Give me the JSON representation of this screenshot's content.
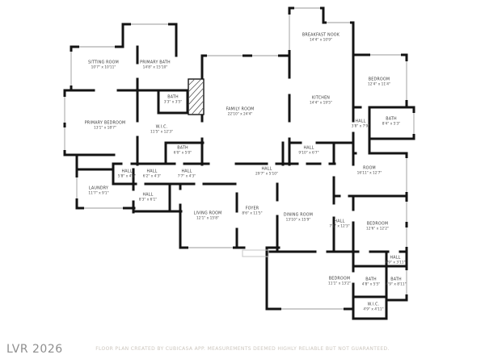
{
  "floorplan": {
    "rooms": [
      {
        "name": "SITTING ROOM",
        "dims": "10'7\" x 10'11\""
      },
      {
        "name": "PRIMARY BATH",
        "dims": "14'8\" x 15'10\""
      },
      {
        "name": "BATH",
        "dims": "3'3\" x 3'5\""
      },
      {
        "name": "PRIMARY BEDROOM",
        "dims": "13'1\" x 18'7\""
      },
      {
        "name": "W.I.C.",
        "dims": "11'5\" x 12'3\""
      },
      {
        "name": "FAMILY ROOM",
        "dims": "22'10\" x 24'4\""
      },
      {
        "name": "BREAKFAST NOOK",
        "dims": "14'4\" x 10'9\""
      },
      {
        "name": "KITCHEN",
        "dims": "14'4\" x 19'5\""
      },
      {
        "name": "BEDROOM",
        "dims": "12'4\" x 11'4\""
      },
      {
        "name": "HALL",
        "dims": "3'8\" x 7'9\""
      },
      {
        "name": "BATH",
        "dims": "8'4\" x 5'3\""
      },
      {
        "name": "HALL",
        "dims": "9'10\" x 6'7\""
      },
      {
        "name": "ROOM",
        "dims": "16'11\" x 12'7\""
      },
      {
        "name": "BATH",
        "dims": "6'0\" x 5'0\""
      },
      {
        "name": "HALL",
        "dims": "5'8\" x 4'3\""
      },
      {
        "name": "HALL",
        "dims": "6'2\" x 4'3\""
      },
      {
        "name": "HALL",
        "dims": "7'7\" x 4'3\""
      },
      {
        "name": "HALL",
        "dims": "29'7\" x 5'10\""
      },
      {
        "name": "LAUNDRY",
        "dims": "11'7\" x 9'1\""
      },
      {
        "name": "HALL",
        "dims": "8'3\" x 6'1\""
      },
      {
        "name": "LIVING ROOM",
        "dims": "12'1\" x 15'8\""
      },
      {
        "name": "FOYER",
        "dims": "8'6\" x 11'5\""
      },
      {
        "name": "DINING ROOM",
        "dims": "13'10\" x 15'9\""
      },
      {
        "name": "HALL",
        "dims": "7'1\" x 12'3\""
      },
      {
        "name": "BEDROOM",
        "dims": "12'6\" x 12'2\""
      },
      {
        "name": "HALL",
        "dims": "4'9\" x 3'11\""
      },
      {
        "name": "BEDROOM",
        "dims": "11'1\" x 13'2\""
      },
      {
        "name": "BATH",
        "dims": "4'8\" x 5'5\""
      },
      {
        "name": "BATH",
        "dims": "4'9\" x 8'11\""
      },
      {
        "name": "W.I.C.",
        "dims": "4'9\" x 4'11\""
      }
    ],
    "footer": {
      "disclaimer": "FLOOR PLAN CREATED BY CUBICASA APP. MEASUREMENTS DEEMED HIGHLY RELIABLE BUT NOT GUARANTEED."
    },
    "watermark": "LVR 2026"
  }
}
